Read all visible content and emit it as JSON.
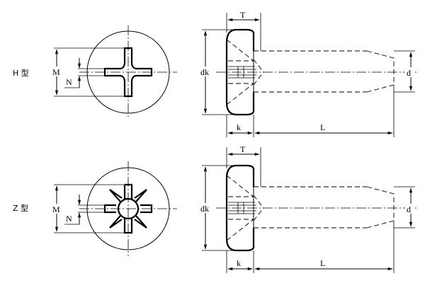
{
  "views": [
    {
      "type_label": "H 型",
      "m_label": "M",
      "n_label": "N",
      "dk_label": "dk",
      "t_label": "T",
      "k_label": "k",
      "l_label": "L",
      "d_label": "d",
      "recess": "cross"
    },
    {
      "type_label": "Z 型",
      "m_label": "M",
      "n_label": "N",
      "dk_label": "dk",
      "t_label": "T",
      "k_label": "k",
      "l_label": "L",
      "d_label": "d",
      "recess": "pozidriv"
    }
  ]
}
